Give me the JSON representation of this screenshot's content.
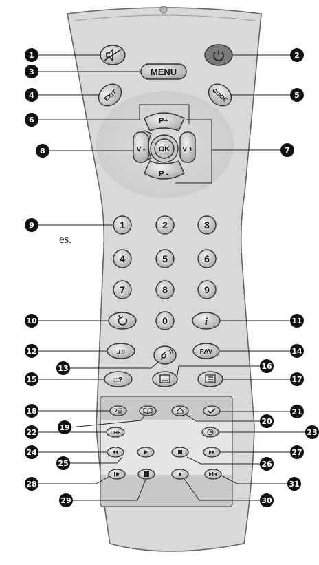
{
  "labels": {
    "menu": "MENU",
    "exit": "EXIT",
    "guide": "GUIDE",
    "p_plus": "P+",
    "p_minus": "P -",
    "v_minus": "V -",
    "v_plus": "V +",
    "ok": "OK",
    "digits": [
      "1",
      "2",
      "3",
      "4",
      "5",
      "6",
      "7",
      "8",
      "9",
      "0"
    ],
    "info": "i",
    "fav": "FAV",
    "uhf": "UHF",
    "tv_radio": "․/♫",
    "audio": "□?"
  },
  "callouts": [
    "1",
    "2",
    "3",
    "4",
    "5",
    "6",
    "7",
    "8",
    "9",
    "10",
    "11",
    "12",
    "13",
    "14",
    "15",
    "16",
    "17",
    "18",
    "19",
    "20",
    "21",
    "22",
    "23",
    "24",
    "25",
    "26",
    "27",
    "28",
    "29",
    "30",
    "31"
  ],
  "stray_text": "es.",
  "colors": {
    "body": "#d6d6d6",
    "body_stroke": "#6a6a6a",
    "button": "#c4c4c4",
    "power": "#7d7d7d",
    "callout": "#111111",
    "panel": "#b9b9b9"
  },
  "icons": [
    "mute-icon",
    "power-icon",
    "back-icon",
    "teletext-icon",
    "subtitle-icon",
    "epg-icon",
    "book-icon",
    "home-icon",
    "check-icon",
    "timer-icon",
    "rewind-icon",
    "play-icon",
    "pause-icon",
    "fast-forward-icon",
    "slow-icon",
    "stop-icon",
    "record-icon",
    "skip-icon"
  ]
}
